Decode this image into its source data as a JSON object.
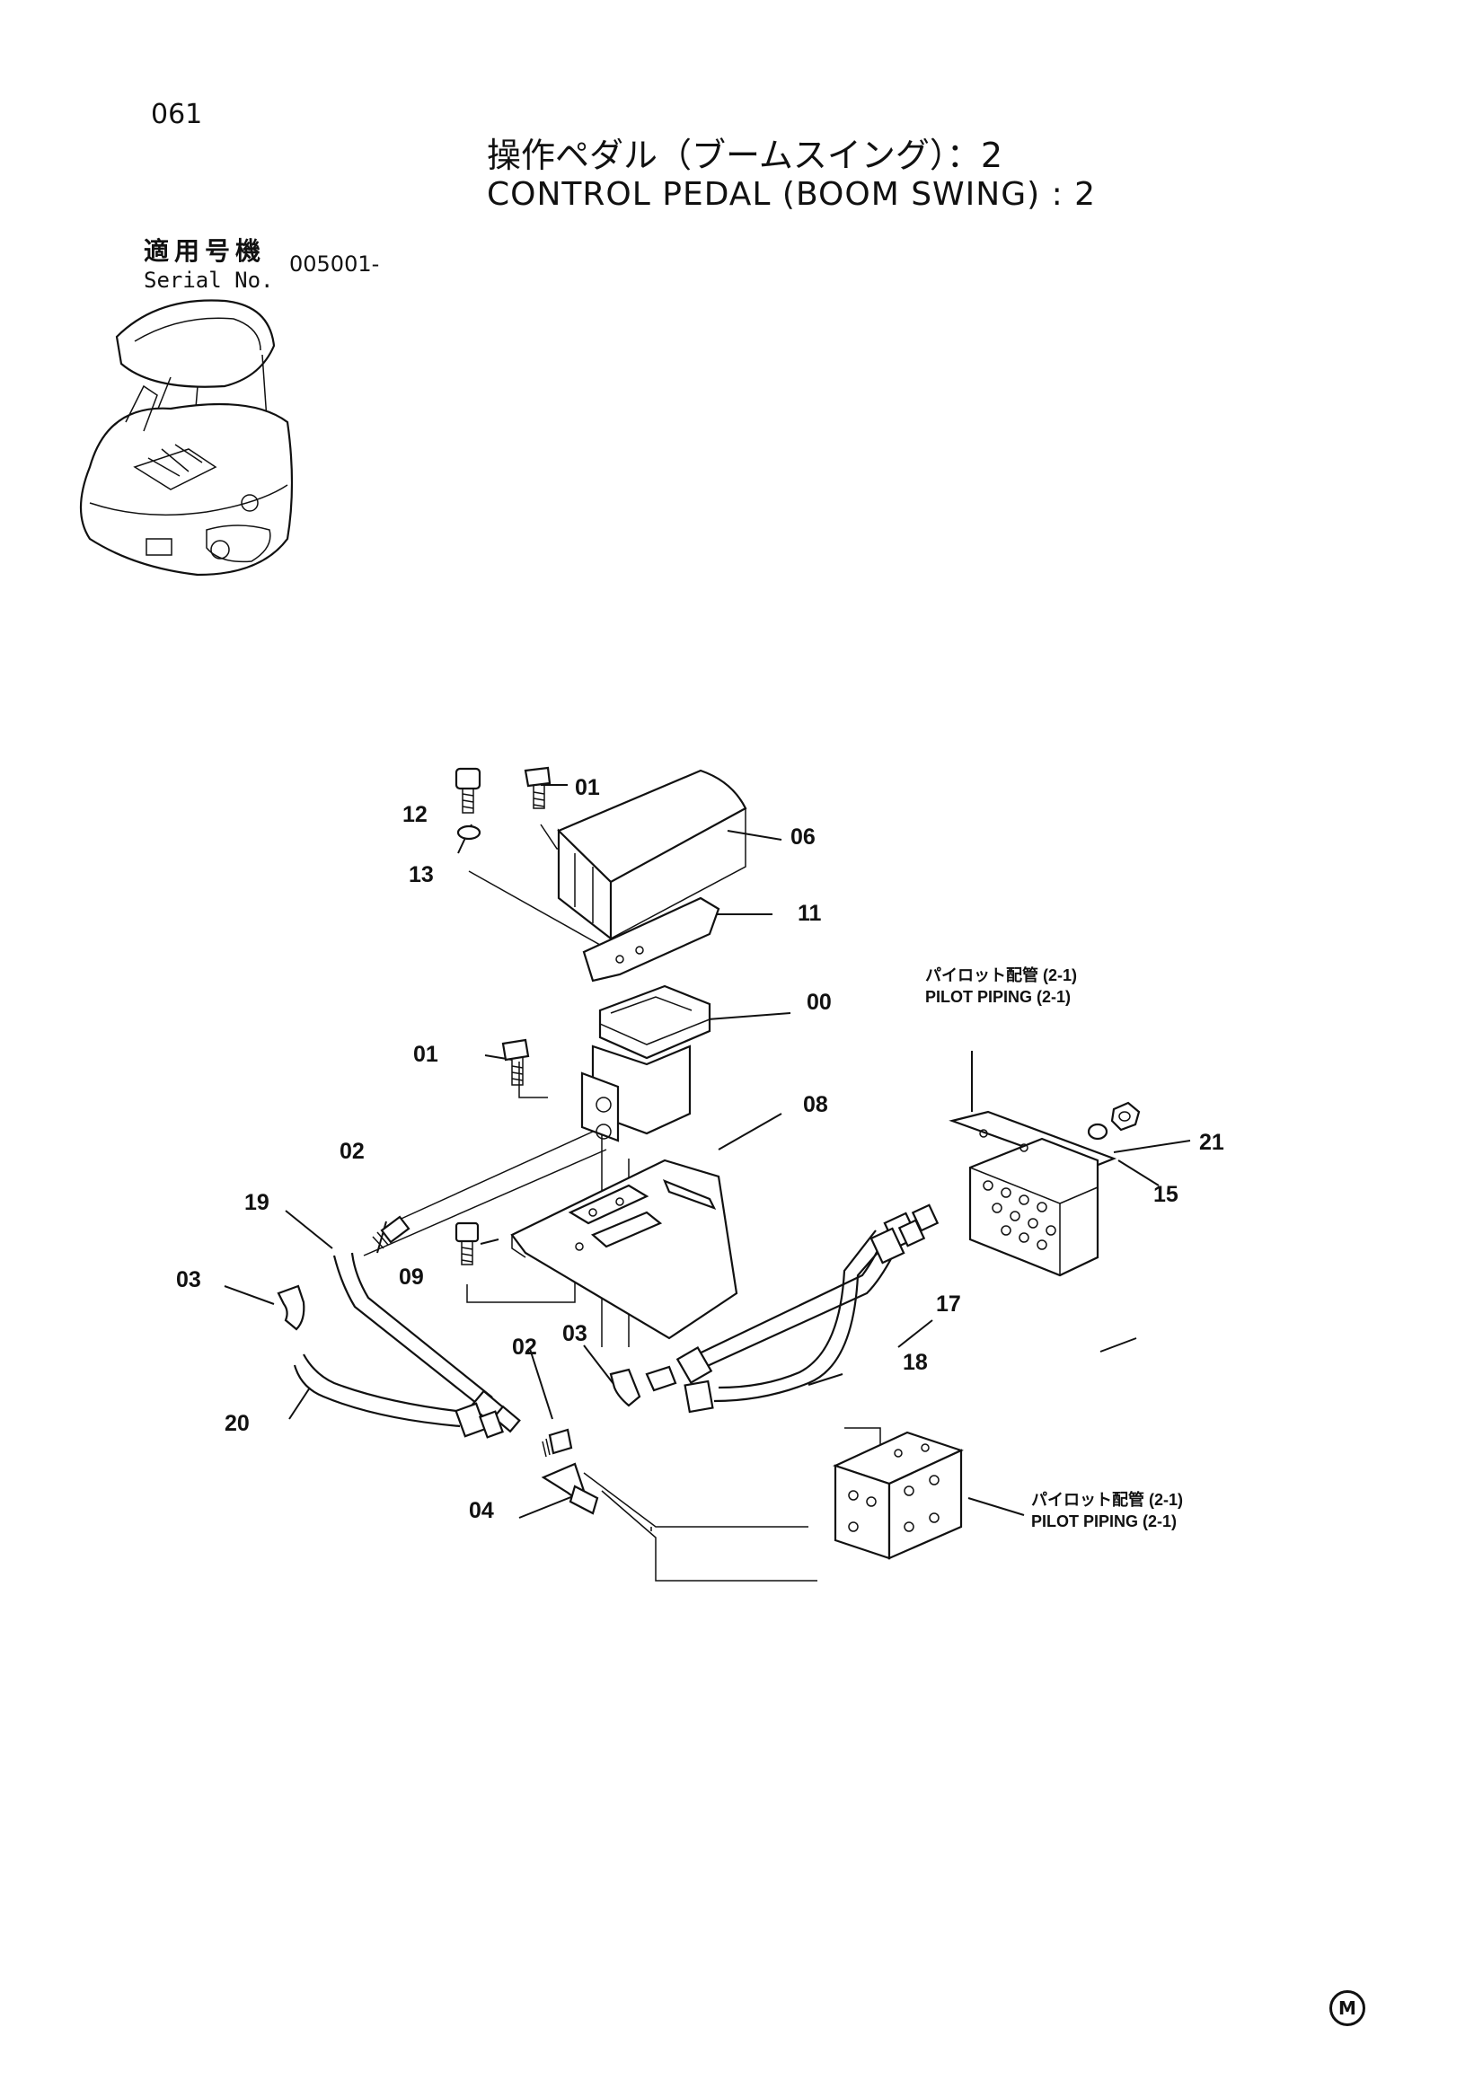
{
  "page_number": "061",
  "title_jp": "操作ペダル（ブームスイング）：2",
  "title_en": "CONTROL PEDAL (BOOM SWING) : 2",
  "serial": {
    "label_jp": "適用号機",
    "label_en": "Serial No.",
    "value": "005001-"
  },
  "parts": {
    "p00": "00",
    "p01a": "01",
    "p01b": "01",
    "p02a": "02",
    "p02b": "02",
    "p03a": "03",
    "p03b": "03",
    "p04": "04",
    "p06": "06",
    "p08": "08",
    "p09": "09",
    "p11": "11",
    "p12": "12",
    "p13": "13",
    "p15": "15",
    "p17": "17",
    "p18": "18",
    "p19": "19",
    "p20": "20",
    "p21": "21"
  },
  "references": {
    "top_jp": "パイロット配管 (2-1)",
    "top_en": "PILOT PIPING (2-1)",
    "bottom_jp": "パイロット配管 (2-1)",
    "bottom_en": "PILOT PIPING (2-1)"
  },
  "brand_mark": "M"
}
